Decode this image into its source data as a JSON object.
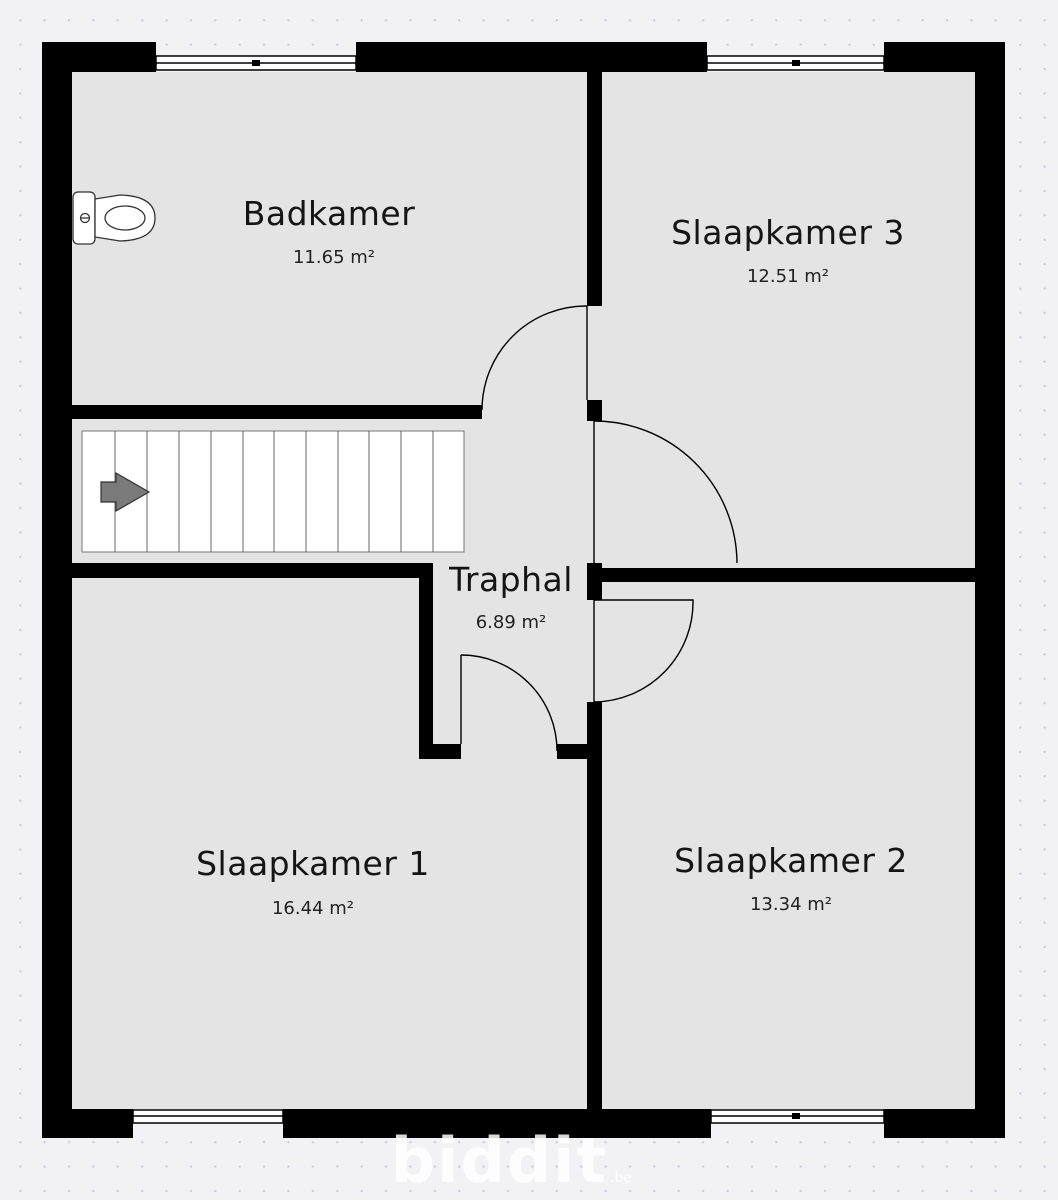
{
  "rooms": [
    {
      "id": "badkamer",
      "name": "Badkamer",
      "area": "11.65 m²"
    },
    {
      "id": "slaapkamer-3",
      "name": "Slaapkamer 3",
      "area": "12.51 m²"
    },
    {
      "id": "traphal",
      "name": "Traphal",
      "area": "6.89 m²"
    },
    {
      "id": "slaapkamer-1",
      "name": "Slaapkamer 1",
      "area": "16.44 m²"
    },
    {
      "id": "slaapkamer-2",
      "name": "Slaapkamer 2",
      "area": "13.34 m²"
    }
  ],
  "watermark": {
    "text": "biddit",
    "tld": ".be"
  },
  "colors": {
    "wall": "#000000",
    "floor": "#e4e4e4",
    "background": "#f2f2f4",
    "stair_arrow": "#7a7a7a"
  }
}
